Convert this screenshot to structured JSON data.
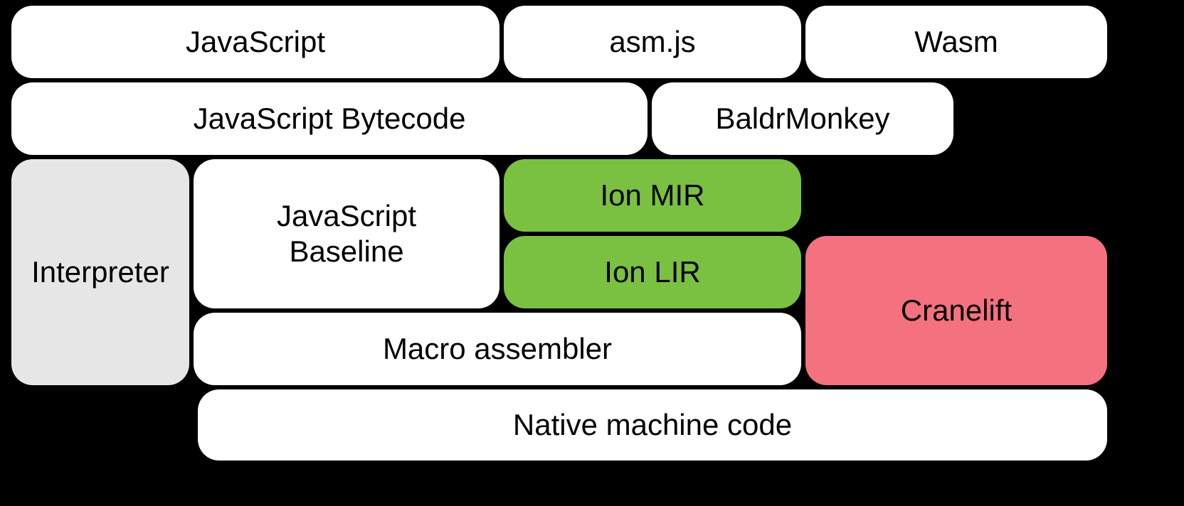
{
  "diagram": {
    "description": "Compiler pipeline block diagram",
    "background_color": "#000000",
    "text_color": "#000000",
    "palette": {
      "white": "#ffffff",
      "gray": "#e6e6e6",
      "green": "#7ac142",
      "pink": "#f4717f"
    }
  },
  "boxes": [
    {
      "id": "javascript",
      "label": "JavaScript",
      "color": "#ffffff"
    },
    {
      "id": "asmjs",
      "label": "asm.js",
      "color": "#ffffff"
    },
    {
      "id": "wasm",
      "label": "Wasm",
      "color": "#ffffff"
    },
    {
      "id": "javascript-bytecode",
      "label": "JavaScript Bytecode",
      "color": "#ffffff"
    },
    {
      "id": "baldrmonkey",
      "label": "BaldrMonkey",
      "color": "#ffffff"
    },
    {
      "id": "interpreter",
      "label": "Interpreter",
      "color": "#e6e6e6"
    },
    {
      "id": "javascript-baseline",
      "label": "JavaScript\nBaseline",
      "color": "#ffffff"
    },
    {
      "id": "ion-mir",
      "label": "Ion MIR",
      "color": "#7ac142"
    },
    {
      "id": "ion-lir",
      "label": "Ion LIR",
      "color": "#7ac142"
    },
    {
      "id": "cranelift",
      "label": "Cranelift",
      "color": "#f4717f"
    },
    {
      "id": "macro-assembler",
      "label": "Macro assembler",
      "color": "#ffffff"
    },
    {
      "id": "native-machine-code",
      "label": "Native machine code",
      "color": "#ffffff"
    }
  ]
}
